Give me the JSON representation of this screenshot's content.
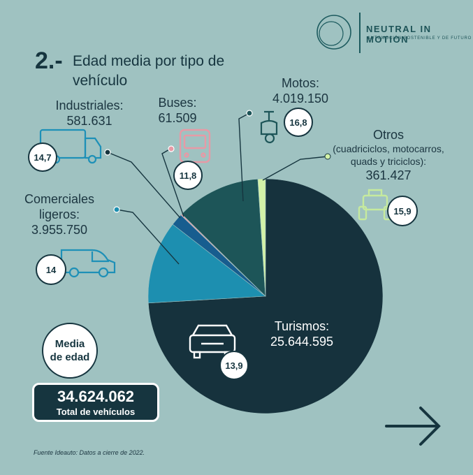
{
  "brand": {
    "name": "NEUTRAL IN MOTION",
    "tagline": "AUTOMOCIÓN SOSTENIBLE Y DE FUTURO"
  },
  "title": {
    "number": "2.-",
    "text": "Edad media por tipo de vehículo"
  },
  "labels": {
    "industriales": {
      "name": "Industriales:",
      "value": "581.631",
      "age": "14,7"
    },
    "buses": {
      "name": "Buses:",
      "value": "61.509",
      "age": "11,8"
    },
    "motos": {
      "name": "Motos:",
      "value": "4.019.150",
      "age": "16,8"
    },
    "otros": {
      "name": "Otros",
      "detail": "(cuadriciclos, motocarros, quads y triciclos):",
      "value": "361.427",
      "age": "15,9"
    },
    "comerciales": {
      "name": "Comerciales ligeros:",
      "value": "3.955.750",
      "age": "14"
    },
    "turismos": {
      "name": "Turismos:",
      "value": "25.644.595",
      "age": "13,9"
    }
  },
  "media_badge": {
    "line1": "Media",
    "line2": "de edad"
  },
  "total": {
    "value": "34.624.062",
    "label": "Total de vehículos"
  },
  "footer": "Fuente Ideauto: Datos a cierre de 2022.",
  "chart_data": {
    "type": "pie",
    "slices": [
      {
        "name": "Turismos",
        "value": 25644595,
        "age": 13.9,
        "color": "#16323d"
      },
      {
        "name": "Comerciales ligeros",
        "value": 3955750,
        "age": 14,
        "color": "#1d8fb0"
      },
      {
        "name": "Industriales",
        "value": 581631,
        "age": 14.7,
        "color": "#175d8f"
      },
      {
        "name": "Buses",
        "value": 61509,
        "age": 11.8,
        "color": "#e79aa6"
      },
      {
        "name": "Motos",
        "value": 4019150,
        "age": 16.8,
        "color": "#1d5558"
      },
      {
        "name": "Otros",
        "value": 361427,
        "age": 15.9,
        "color": "#d3f2a8"
      }
    ],
    "total": 34624062
  },
  "colors": {
    "background": "#9fc2c1",
    "dark": "#16353f",
    "cyan_icon": "#1e90b7",
    "pink_icon": "#e79aa6",
    "green_icon": "#c6ea9e"
  }
}
